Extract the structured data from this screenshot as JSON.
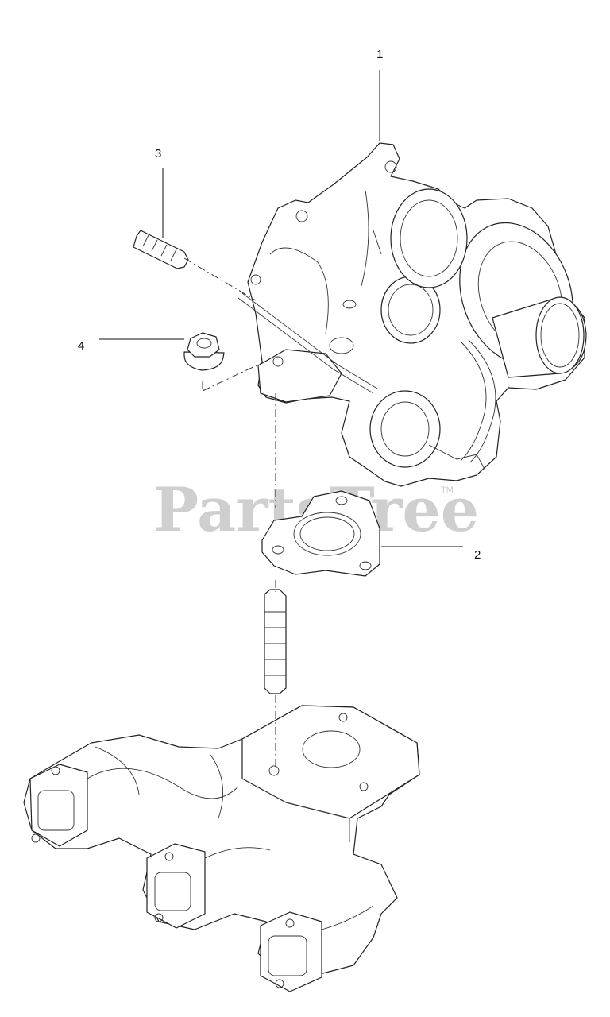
{
  "watermark": {
    "text": "PartsTree",
    "trademark": "TM"
  },
  "callouts": [
    {
      "id": "callout-1",
      "label": "1"
    },
    {
      "id": "callout-2",
      "label": "2"
    },
    {
      "id": "callout-3",
      "label": "3"
    },
    {
      "id": "callout-4",
      "label": "4"
    }
  ],
  "colors": {
    "line": "#222222",
    "watermark": "#cfcfcf",
    "background": "#ffffff"
  }
}
